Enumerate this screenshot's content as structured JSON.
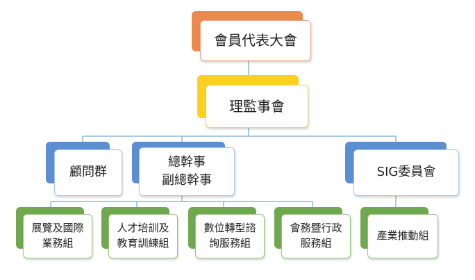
{
  "colors": {
    "top_accent": "#ec8a4d",
    "board_accent": "#fdd020",
    "blue_accent": "#5b8fd1",
    "green_accent": "#6fa84e",
    "connector": "#8fb8d9"
  },
  "nodes": {
    "assembly": "會員代表大會",
    "board": "理監事會",
    "advisors": "顧問群",
    "secretary_general": "總幹事",
    "deputy_secretary_general": "副總幹事",
    "sig_committee": "SIG委員會",
    "expo_line1": "展覽及國際",
    "expo_line2": "業務組",
    "talent_line1": "人才培訓及",
    "talent_line2": "教育訓練組",
    "digital_line1": "數位轉型諮",
    "digital_line2": "詢服務組",
    "admin_line1": "會務暨行政",
    "admin_line2": "服務組",
    "industry_promo": "產業推動組"
  }
}
